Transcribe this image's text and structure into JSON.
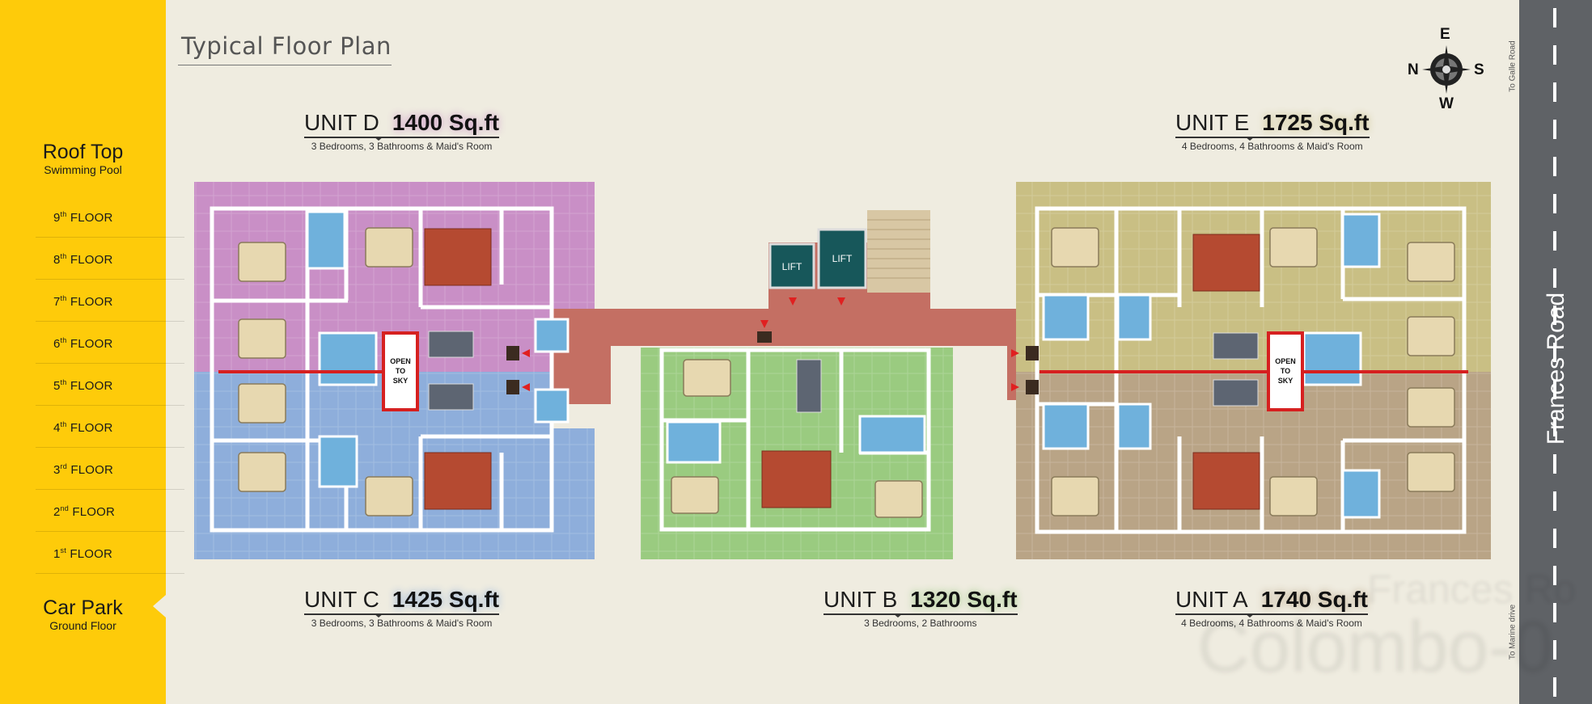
{
  "title": "Typical Floor Plan",
  "sidebar": {
    "top": {
      "line1": "Roof Top",
      "line2": "Swimming Pool"
    },
    "floors": [
      {
        "num": "9",
        "suffix": "th",
        "label": "FLOOR"
      },
      {
        "num": "8",
        "suffix": "th",
        "label": "FLOOR"
      },
      {
        "num": "7",
        "suffix": "th",
        "label": "FLOOR"
      },
      {
        "num": "6",
        "suffix": "th",
        "label": "FLOOR"
      },
      {
        "num": "5",
        "suffix": "th",
        "label": "FLOOR"
      },
      {
        "num": "4",
        "suffix": "th",
        "label": "FLOOR"
      },
      {
        "num": "3",
        "suffix": "rd",
        "label": "FLOOR"
      },
      {
        "num": "2",
        "suffix": "nd",
        "label": "FLOOR"
      },
      {
        "num": "1",
        "suffix": "st",
        "label": "FLOOR"
      }
    ],
    "bottom": {
      "line1": "Car Park",
      "line2": "Ground Floor"
    }
  },
  "units": {
    "d": {
      "name": "UNIT D",
      "area": "1400 Sq.ft",
      "desc": "3 Bedrooms, 3 Bathrooms & Maid's Room",
      "color": "#c98fc6"
    },
    "e": {
      "name": "UNIT E",
      "area": "1725 Sq.ft",
      "desc": "4 Bedrooms, 4 Bathrooms & Maid's Room",
      "color": "#c9bf84"
    },
    "c": {
      "name": "UNIT C",
      "area": "1425 Sq.ft",
      "desc": "3 Bedrooms, 3 Bathrooms & Maid's Room",
      "color": "#8eaedb"
    },
    "b": {
      "name": "UNIT B",
      "area": "1320 Sq.ft",
      "desc": "3 Bedrooms, 2 Bathrooms",
      "color": "#9acb80"
    },
    "a": {
      "name": "UNIT A",
      "area": "1740 Sq.ft",
      "desc": "4 Bedrooms, 4 Bathrooms & Maid's Room",
      "color": "#b9a486"
    }
  },
  "plan": {
    "lift_label": "LIFT",
    "open_to_sky": [
      "OPEN",
      "TO",
      "SKY"
    ]
  },
  "compass": {
    "n": "N",
    "s": "S",
    "e": "E",
    "w": "W"
  },
  "road": {
    "name": "Frances Road",
    "to_top": "To Galle Road",
    "to_bottom": "To Marine drive"
  },
  "watermark": {
    "line1": "Frances Ro",
    "line2": "Colombo-0"
  }
}
